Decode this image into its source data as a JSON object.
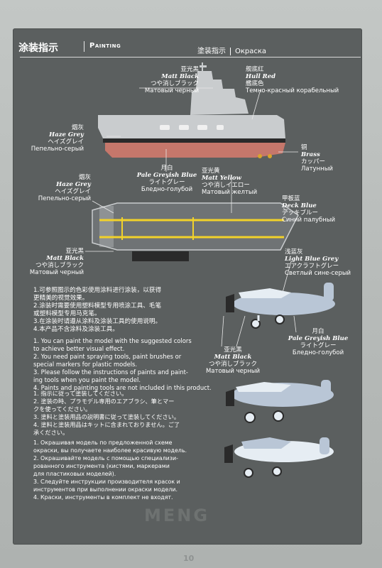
{
  "header": {
    "title_cn": "涂装指示",
    "title_en": "Painting",
    "sub_cn": "塗装指示",
    "sub_ru": "Окраска"
  },
  "labels": {
    "matt_black_top": {
      "cn": "亚光黑",
      "en": "Matt Black",
      "jp": "つや消しブラック",
      "ru": "Матовый черный"
    },
    "hull_red": {
      "cn": "舰底红",
      "en": "Hull Red",
      "jp": "艦底色",
      "ru": "Темно-красный корабельный"
    },
    "haze_grey_side": {
      "cn": "烟灰",
      "en": "Haze Grey",
      "jp": "ヘイズグレイ",
      "ru": "Пепельно-серый"
    },
    "brass": {
      "cn": "铜",
      "en": "Brass",
      "jp": "カッパー",
      "ru": "Латунный"
    },
    "pale_greyish_blue_1": {
      "cn": "月白",
      "en": "Pale Greyish Blue",
      "jp": "ライトグレー",
      "ru": "Бледно-голубой"
    },
    "matt_yellow": {
      "cn": "亚光黄",
      "en": "Matt Yellow",
      "jp": "つや消しイエロー",
      "ru": "Матовый желтый"
    },
    "haze_grey_top": {
      "cn": "烟灰",
      "en": "Haze Grey",
      "jp": "ヘイズグレイ",
      "ru": "Пепельно-серый"
    },
    "deck_blue": {
      "cn": "甲板蓝",
      "en": "Deck Blue",
      "jp": "デッキブルー",
      "ru": "Синий палубный"
    },
    "matt_black_deck": {
      "cn": "亚光黑",
      "en": "Matt Black",
      "jp": "つや消しブラック",
      "ru": "Матовый черный"
    },
    "light_blue_grey": {
      "cn": "浅蓝灰",
      "en": "Light Blue Grey",
      "jp": "エアクラフトグレー",
      "ru": "Светлый сине-серый"
    },
    "pale_greyish_blue_2": {
      "cn": "月白",
      "en": "Pale Greyish Blue",
      "jp": "ライトグレー",
      "ru": "Бледно-голубой"
    },
    "matt_black_plane": {
      "cn": "亚光黑",
      "en": "Matt Black",
      "jp": "つや消しブラック",
      "ru": "Матовый черный"
    }
  },
  "instructions": {
    "cn": [
      "1.可参照图示的色彩使用涂料进行涂装，以获得",
      "  更精美的视觉效果。",
      "2.涂装时需要使用塑料模型专用喷涂工具、毛笔",
      "  或塑料模型专用马克笔。",
      "3.在涂装时请遵从涂料及涂装工具的使用说明。",
      "4.本产品不含涂料及涂装工具。"
    ],
    "en": [
      "1. You can paint the model with the suggested colors",
      "   to achieve better visual effect.",
      "2. You need paint spraying tools, paint brushes or",
      "   special markers for plastic models.",
      "3. Please follow the instructions of paints and paint-",
      "   ing tools when you paint the model.",
      "4. Paints and painting tools are not included in this product."
    ],
    "jp": [
      "1. 指示に従って塗装してください。",
      "2. 塗装の時、プラモデル専用のエアブラシ、筆とマー",
      "   クを使ってください。",
      "3. 塗料と塗装用品の説明書に従って塗装してください。",
      "4. 塗料と塗装用品はキットに含まれておりません。ご了",
      "   承ください。"
    ],
    "ru": [
      "1. Окрашивая модель по предложенной схеме",
      "   окраски, вы получаете наиболее красивую модель.",
      "2. Окрашивайте модель с помощью специализи-",
      "   рованного инструмента (кистями, маркерами",
      "   для пластиковых моделей).",
      "3. Следуйте инструкции производителя красок и",
      "   инструментов при выполнении окраски модели.",
      "4. Краски, инструменты в комплект не входят."
    ]
  },
  "footer": {
    "logo": "MENG",
    "page_number": "10"
  },
  "colors": {
    "panel": "#5b5f5f",
    "haze_grey": "#c9ccce",
    "hull_red": "#c5776b",
    "deck_blue": "#6f7375",
    "matt_yellow": "#f2d22a",
    "light_blue_grey": "#b9c6d6",
    "pale_greyish_blue": "#e6edf3",
    "brass": "#d9a52a"
  }
}
